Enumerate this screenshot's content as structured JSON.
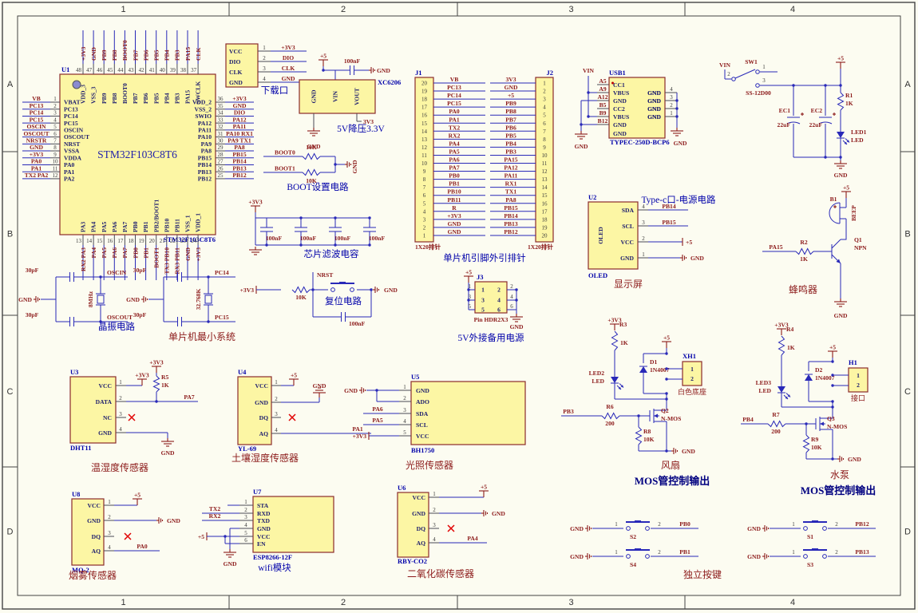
{
  "frame": {
    "cols": [
      "1",
      "2",
      "3",
      "4"
    ],
    "rows": [
      "A",
      "B",
      "C",
      "D"
    ]
  },
  "colors": {
    "paper": "#FCFCF1",
    "box_fill": "#FCF6A4",
    "box_stroke": "#8C2B2B",
    "wire": "#2929B8",
    "net_text": "#8C1A1A",
    "designator_text": "#0202AA"
  },
  "mcu": {
    "designator": "U1",
    "title": "STM32F103C8T6",
    "name": "STM32F103C8T6",
    "left": [
      {
        "net": "VB",
        "num": "1",
        "inner": "VBAT"
      },
      {
        "net": "PC13",
        "num": "2",
        "inner": "PC13"
      },
      {
        "net": "PC14",
        "num": "3",
        "inner": "PC14"
      },
      {
        "net": "PC15",
        "num": "4",
        "inner": "PC15"
      },
      {
        "net": "OSCIN",
        "num": "5",
        "inner": "OSCIN"
      },
      {
        "net": "OSCOUT",
        "num": "6",
        "inner": "OSCOUT"
      },
      {
        "net": "NRSTR",
        "num": "7",
        "inner": "NRST"
      },
      {
        "net": "GND",
        "num": "8",
        "inner": "VSSA"
      },
      {
        "net": "+3V3",
        "num": "9",
        "inner": "VDDA"
      },
      {
        "net": "PA0",
        "num": "10",
        "inner": "PA0"
      },
      {
        "net": "PA1",
        "num": "11",
        "inner": "PA1"
      },
      {
        "net": "TX2 PA2",
        "num": "12",
        "inner": "PA2"
      }
    ],
    "top": [
      {
        "net": "+3V3",
        "num": "48",
        "inner": "VDD_3"
      },
      {
        "net": "GND",
        "num": "47",
        "inner": "VSS_3"
      },
      {
        "net": "PB9",
        "num": "46",
        "inner": "PB9"
      },
      {
        "net": "PB8",
        "num": "45",
        "inner": "PB8"
      },
      {
        "net": "BOOT0",
        "num": "44",
        "inner": "BOOT0"
      },
      {
        "net": "PB7",
        "num": "43",
        "inner": "PB7"
      },
      {
        "net": "PB6",
        "num": "42",
        "inner": "PB6"
      },
      {
        "net": "PB5",
        "num": "41",
        "inner": "PB5"
      },
      {
        "net": "PB4",
        "num": "40",
        "inner": "PB4"
      },
      {
        "net": "PB3",
        "num": "39",
        "inner": "PB3"
      },
      {
        "net": "PA15",
        "num": "38",
        "inner": "PA15"
      },
      {
        "net": "CLK",
        "num": "37",
        "inner": "SWCLK"
      }
    ],
    "right": [
      {
        "net": "+3V3",
        "num": "36",
        "inner": "VDD_2"
      },
      {
        "net": "GND",
        "num": "35",
        "inner": "VSS_2"
      },
      {
        "net": "DIO",
        "num": "34",
        "inner": "SWIO"
      },
      {
        "net": "PA12",
        "num": "33",
        "inner": "PA12"
      },
      {
        "net": "PA11",
        "num": "32",
        "inner": "PA11"
      },
      {
        "net": "PA10 RX1",
        "num": "31",
        "inner": "PA10"
      },
      {
        "net": "PA9 TX1",
        "num": "30",
        "inner": "PA9"
      },
      {
        "net": "PA8",
        "num": "29",
        "inner": "PA8"
      },
      {
        "net": "PB15",
        "num": "28",
        "inner": "PB15"
      },
      {
        "net": "PB14",
        "num": "27",
        "inner": "PB14"
      },
      {
        "net": "PB13",
        "num": "26",
        "inner": "PB13"
      },
      {
        "net": "PB12",
        "num": "25",
        "inner": "PB12"
      }
    ],
    "bottom": [
      {
        "net": "RX2 PA3",
        "num": "13",
        "inner": "PA3"
      },
      {
        "net": "PA4",
        "num": "14",
        "inner": "PA4"
      },
      {
        "net": "PA5",
        "num": "15",
        "inner": "PA5"
      },
      {
        "net": "PA6",
        "num": "16",
        "inner": "PA6"
      },
      {
        "net": "PA7",
        "num": "17",
        "inner": "PA7"
      },
      {
        "net": "PB0",
        "num": "18",
        "inner": "PB0"
      },
      {
        "net": "PB1",
        "num": "19",
        "inner": "PB1"
      },
      {
        "net": "BOOT1",
        "num": "20",
        "inner": "PB2/BOOT1"
      },
      {
        "net": "TX3 PB10",
        "num": "21",
        "inner": "PB10"
      },
      {
        "net": "RX3 PB11",
        "num": "22",
        "inner": "PB11"
      },
      {
        "net": "GND",
        "num": "23",
        "inner": "VSS_1"
      },
      {
        "net": "+3V3",
        "num": "24",
        "inner": "VDD_1"
      }
    ]
  },
  "download": {
    "rows": [
      "VCC",
      "DIO",
      "CLK",
      "GND"
    ],
    "pins": [
      {
        "num": "1",
        "net": "+3V3"
      },
      {
        "num": "2",
        "net": "DIO"
      },
      {
        "num": "3",
        "net": "CLK"
      },
      {
        "num": "4",
        "net": "GND"
      }
    ],
    "caption": "下载口"
  },
  "regulator": {
    "part": "XC6206",
    "pins": [
      "GND",
      "VIN",
      "VOUT"
    ],
    "cap_value": "100nF",
    "in_net": "+5",
    "out_net": "3V3",
    "gnd_tap": "GND",
    "gnd_label": "GND",
    "caption": "5V降压3.3V"
  },
  "boot": {
    "rows": [
      {
        "net": "BOOT0",
        "value": "10K"
      },
      {
        "net": "BOOT1",
        "value": "10K"
      }
    ],
    "gnd": "GND",
    "caption": "BOOT设置电路"
  },
  "filter": {
    "pwr": "+3V3",
    "caps": [
      "100nF",
      "100nF",
      "100nF",
      "100nF"
    ],
    "caption": "芯片滤波电容"
  },
  "reset": {
    "pwr": "+3V3",
    "res": "10K",
    "net": "NRST",
    "cap": "100nF",
    "gnd": "GND",
    "caption": "复位电路"
  },
  "j1": {
    "designator": "J1",
    "name": "1X20排针",
    "nums": [
      "20",
      "19",
      "18",
      "17",
      "16",
      "15",
      "14",
      "13",
      "12",
      "11",
      "10",
      "9",
      "8",
      "7",
      "6",
      "5",
      "4",
      "3",
      "2",
      "1"
    ],
    "nets": [
      "VB",
      "PC13",
      "PC14",
      "PC15",
      "PA0",
      "PA1",
      "TX2",
      "RX2",
      "PA4",
      "PA5",
      "PA6",
      "PA7",
      "PB0",
      "PB1",
      "PB10",
      "PB11",
      "R",
      "+3V3",
      "GND",
      "GND"
    ]
  },
  "j2": {
    "designator": "J2",
    "name": "1X20排针",
    "nums": [
      "1",
      "2",
      "3",
      "4",
      "5",
      "6",
      "7",
      "8",
      "9",
      "10",
      "11",
      "12",
      "13",
      "14",
      "15",
      "16",
      "17",
      "18",
      "19",
      "20"
    ],
    "nets": [
      "3V3",
      "GND",
      "+5",
      "PB9",
      "PB8",
      "PB7",
      "PB6",
      "PB5",
      "PB4",
      "PB3",
      "PA15",
      "PA12",
      "PA11",
      "RX1",
      "TX1",
      "PA8",
      "PB15",
      "PB14",
      "PB13",
      "PB12"
    ]
  },
  "headers_caption": "单片机引脚外引排针",
  "j3": {
    "designator": "J3",
    "pwr": "+5",
    "left_nums": [
      "1",
      "3",
      "5"
    ],
    "right_nums": [
      "2",
      "4",
      "6"
    ],
    "grid": [
      [
        "1",
        "2"
      ],
      [
        "3",
        "4"
      ],
      [
        "5",
        "6"
      ]
    ],
    "name": "Pin HDR2X3",
    "gnd": "GND",
    "caption": "5V外接备用电源"
  },
  "usb": {
    "designator": "USB1",
    "part": "TYPEC-250D-BCP6",
    "vin": "VIN",
    "left_pins": [
      {
        "pad": "A5",
        "inner": "CC1"
      },
      {
        "pad": "A9",
        "inner": "VBUS"
      },
      {
        "pad": "A12",
        "inner": "GND"
      },
      {
        "pad": "B5",
        "inner": "CC2"
      },
      {
        "pad": "B9",
        "inner": "VBUS"
      },
      {
        "pad": "B12",
        "inner": "GND"
      }
    ],
    "extra_inner": "GND",
    "right_inner": [
      "GND",
      "GND",
      "GND",
      "GND"
    ],
    "right_nums": [
      "4",
      "3",
      "2",
      "1"
    ],
    "gnd_left": "GND",
    "gnd_right": "GND",
    "caption": "Type-c口-电源电路"
  },
  "power": {
    "vin": "VIN",
    "sw": {
      "designator": "SW1",
      "part": "SS-12D00",
      "nums": [
        "1",
        "2",
        "3"
      ]
    },
    "rail": "+5",
    "ec1": {
      "designator": "EC1",
      "value": "22uF"
    },
    "ec2": {
      "designator": "EC2",
      "value": "22uF"
    },
    "r1": {
      "designator": "R1",
      "value": "1K"
    },
    "led": {
      "designator": "LED1",
      "name": "LED"
    },
    "gnd": "GND"
  },
  "xtal1": {
    "c_top": "30pF",
    "c_bot": "30pF",
    "freq": "8MHz",
    "net_top": "OSCIN",
    "net_bot": "OSCOUT",
    "gnd": "GND",
    "caption": "晶振电路"
  },
  "xtal2": {
    "c_top": "30pF",
    "c_bot": "30pF",
    "freq": "32.768K",
    "net_top": "PC14",
    "net_bot": "PC15",
    "gnd": "GND"
  },
  "min_sys_caption": "单片机最小系统",
  "oled": {
    "designator": "U2",
    "inner_name": "OLED",
    "part": "OLED",
    "pins": [
      {
        "inner": "SDA",
        "num": "4",
        "net": "PB14"
      },
      {
        "inner": "SCL",
        "num": "3",
        "net": "PB15"
      },
      {
        "inner": "VCC",
        "num": "2",
        "net": "+5"
      },
      {
        "inner": "GND",
        "num": "1",
        "net": "GND"
      }
    ],
    "caption": "显示屏"
  },
  "buzzer": {
    "net": "PA15",
    "r": {
      "designator": "R2",
      "value": "1K"
    },
    "q": {
      "designator": "Q1",
      "type": "NPN"
    },
    "b": {
      "designator": "B1",
      "name": "BEEP"
    },
    "pwr": "+5",
    "gnd": "GND",
    "caption": "蜂鸣器"
  },
  "dht": {
    "designator": "U3",
    "part": "DHT11",
    "inner": [
      "VCC",
      "DATA",
      "NC",
      "GND"
    ],
    "nums": [
      "1",
      "2",
      "3",
      "4"
    ],
    "pullup": {
      "designator": "R5",
      "value": "1K"
    },
    "pwr": "+3V3",
    "net": "PA7",
    "gnd": "GND",
    "caption": "温湿度传感器"
  },
  "soil": {
    "designator": "U4",
    "part": "YL-69",
    "inner": [
      "VCC",
      "GND",
      "DQ",
      "AQ"
    ],
    "nums": [
      "1",
      "2",
      "3",
      "4"
    ],
    "pwr": "+5",
    "net": "PA1",
    "gnd": "GND",
    "caption": "土壤湿度传感器"
  },
  "light": {
    "designator": "U5",
    "part": "BH1750",
    "inner": [
      "GND",
      "ADO",
      "SDA",
      "SCL",
      "VCC"
    ],
    "nums": [
      "1",
      "2",
      "3",
      "4",
      "5"
    ],
    "sda_net": "PA6",
    "scl_net": "PA5",
    "pwr": "+3V3",
    "gnd": "GND",
    "caption": "光照传感器"
  },
  "fan": {
    "pwr33": "+3V3",
    "r_led": {
      "designator": "R3",
      "value": "1K"
    },
    "led": {
      "designator": "LED2",
      "name": "LED"
    },
    "pwr5": "+5",
    "diode": {
      "designator": "D1",
      "value": "1N4007"
    },
    "conn": {
      "designator": "XH1",
      "nums": [
        "1",
        "2"
      ],
      "name": "白色底座"
    },
    "gate_net": "PB3",
    "r_gate": {
      "designator": "R6",
      "value": "200"
    },
    "r_pd": {
      "designator": "R8",
      "value": "10K"
    },
    "mos": {
      "designator": "Q2",
      "type": "N-MOS"
    },
    "gnd": "GND",
    "caption1": "风扇",
    "caption2": "MOS管控制输出"
  },
  "pump": {
    "pwr33": "+3V3",
    "r_led": {
      "designator": "R4",
      "value": "1K"
    },
    "led": {
      "designator": "LED3",
      "name": "LED"
    },
    "pwr5": "+5",
    "diode": {
      "designator": "D2",
      "value": "1N4007"
    },
    "conn": {
      "designator": "H1",
      "nums": [
        "1",
        "2"
      ],
      "name": "接口"
    },
    "gate_net": "PB4",
    "r_gate": {
      "designator": "R7",
      "value": "200"
    },
    "r_pd": {
      "designator": "R9",
      "value": "10K"
    },
    "mos": {
      "designator": "Q3",
      "type": "N-MOS"
    },
    "gnd": "GND",
    "caption1": "水泵",
    "caption2": "MOS管控制输出"
  },
  "smoke": {
    "designator": "U8",
    "part": "MQ-2",
    "inner": [
      "VCC",
      "GND",
      "DQ",
      "AQ"
    ],
    "nums": [
      "1",
      "2",
      "3",
      "4"
    ],
    "pwr": "+5",
    "net": "PA0",
    "gnd": "GND",
    "caption": "烟雾传感器"
  },
  "wifi": {
    "designator": "U7",
    "part": "ESP8266-12F",
    "inner": [
      "STA",
      "RXD",
      "TXD",
      "GND",
      "VCC",
      "EN"
    ],
    "nums": [
      "1",
      "2",
      "3",
      "4",
      "5",
      "6"
    ],
    "rxd_net": "TX2",
    "txd_net": "RX2",
    "pwr": "+5",
    "gnd": "GND",
    "caption": "wifi模块"
  },
  "co2": {
    "designator": "U6",
    "part": "RBY-CO2",
    "inner": [
      "VCC",
      "GND",
      "DQ",
      "AQ"
    ],
    "nums": [
      "1",
      "2",
      "3",
      "4"
    ],
    "pwr": "+5",
    "net": "PA4",
    "gnd": "GND",
    "caption": "二氧化碳传感器"
  },
  "buttons": {
    "pin_nums": [
      "1",
      "2"
    ],
    "gnd": "GND",
    "caption": "独立按键",
    "items": [
      {
        "designator": "S2",
        "net": "PB0"
      },
      {
        "designator": "S4",
        "net": "PB1"
      },
      {
        "designator": "S1",
        "net": "PB12"
      },
      {
        "designator": "S3",
        "net": "PB13"
      }
    ]
  }
}
